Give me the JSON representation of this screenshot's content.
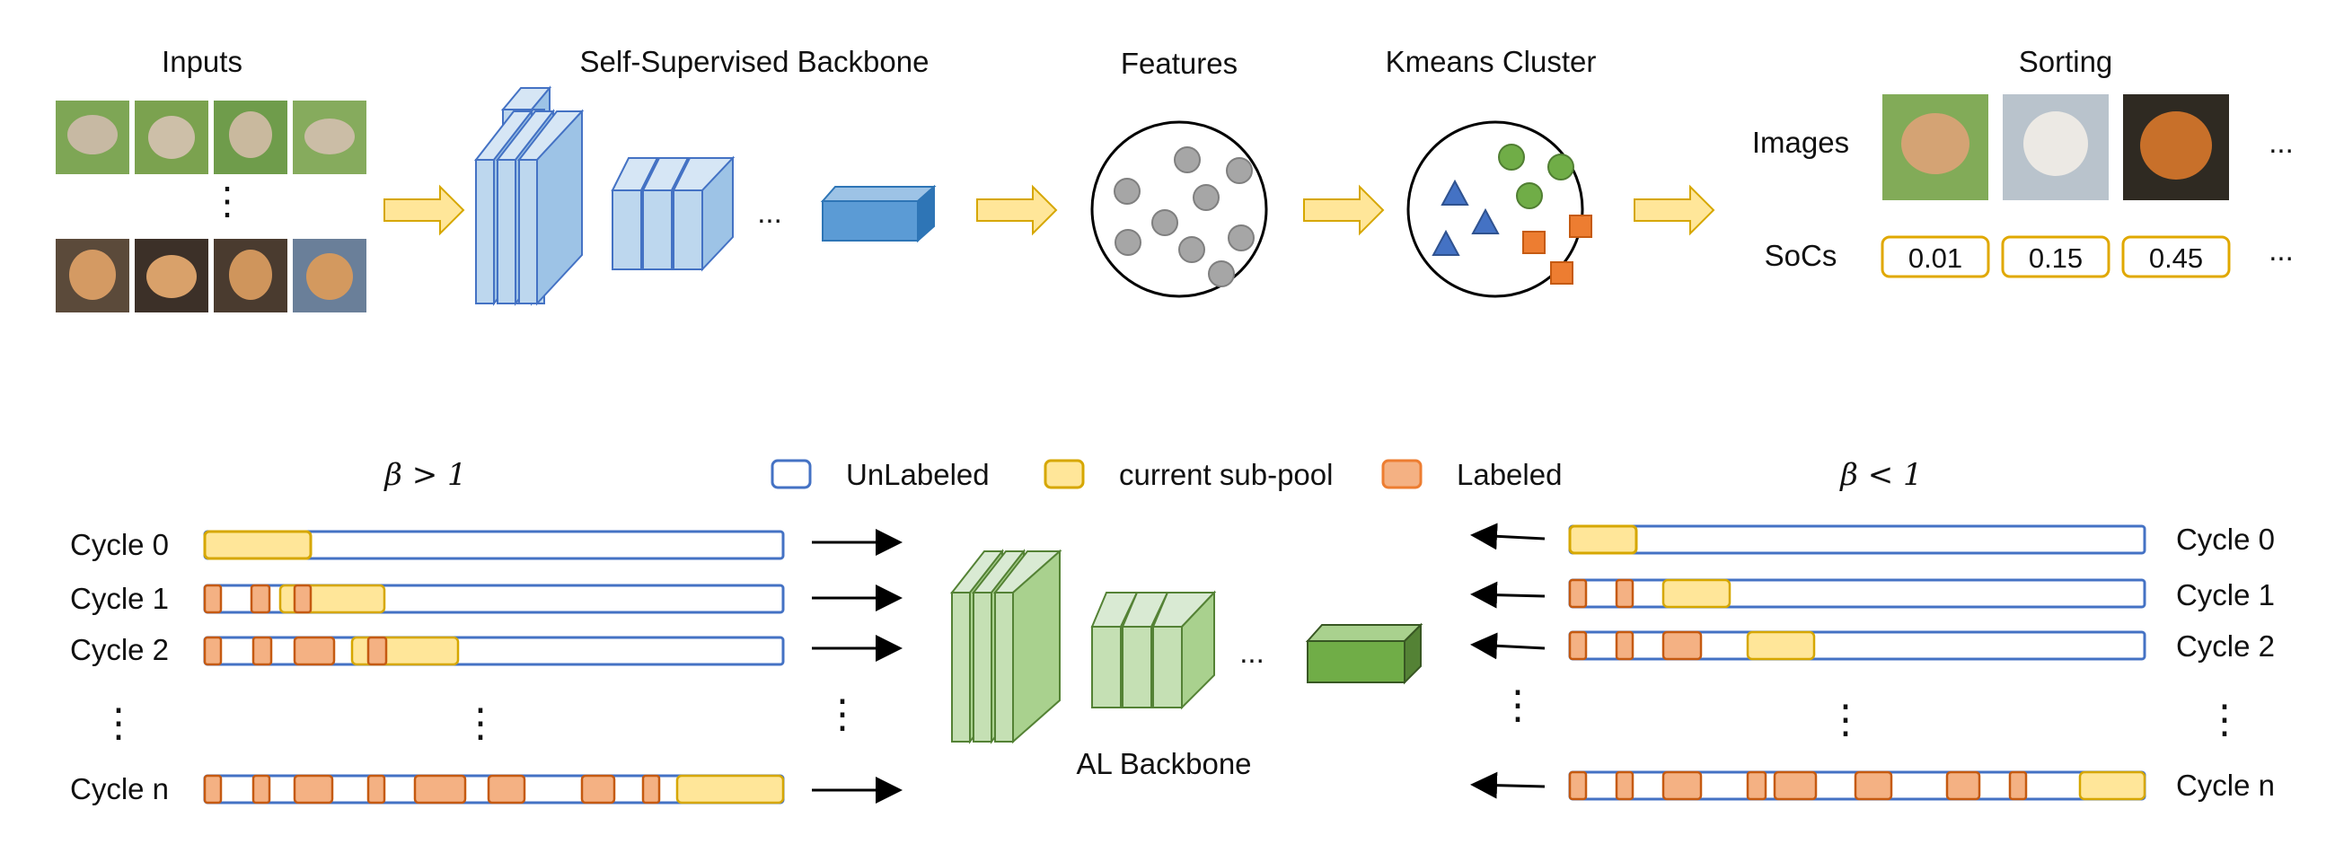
{
  "top": {
    "inputs_label": "Inputs",
    "backbone_label": "Self-Supervised Backbone",
    "features_label": "Features",
    "kmeans_label": "Kmeans Cluster",
    "sorting_label": "Sorting",
    "images_label": "Images",
    "socs_label": "SoCs",
    "soc_values": [
      "0.01",
      "0.15",
      "0.45"
    ],
    "ellipsis": "..."
  },
  "legend": {
    "unlabeled": "UnLabeled",
    "subpool": "current sub-pool",
    "labeled": "Labeled"
  },
  "bottom": {
    "beta_gt": "β > 1",
    "beta_lt": "β < 1",
    "al_backbone_label": "AL Backbone",
    "cycles": [
      "Cycle 0",
      "Cycle 1",
      "Cycle 2",
      "Cycle n"
    ],
    "vdots": "⋮"
  },
  "colors": {
    "unlabeled_stroke": "#4472c4",
    "subpool_fill": "#ffe699",
    "subpool_stroke": "#d6a700",
    "labeled_fill": "#f4b183",
    "labeled_stroke": "#c55a11",
    "blue_block": "#a9c6ea",
    "blue_dark": "#5b9bd5",
    "green_block": "#a9d18e",
    "green_dark": "#70ad47",
    "arrow_fill": "#ffe699",
    "arrow_stroke": "#d6a700",
    "circle_dot": "#a6a6a6",
    "triangle": "#4472c4",
    "square": "#ed7d31"
  }
}
